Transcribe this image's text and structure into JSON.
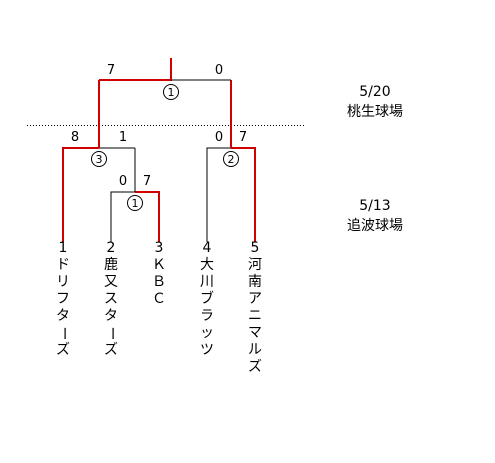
{
  "rounds": {
    "final": {
      "date": "5/20",
      "venue": "桃生球場"
    },
    "early": {
      "date": "5/13",
      "venue": "追波球場"
    }
  },
  "teams": [
    {
      "seed": "1",
      "name": "ドリフターズ"
    },
    {
      "seed": "2",
      "name": "鹿又スターズ"
    },
    {
      "seed": "3",
      "name": "ＫＢＣ"
    },
    {
      "seed": "4",
      "name": "大川ブラッツ"
    },
    {
      "seed": "5",
      "name": "河南アニマルズ"
    }
  ],
  "games": {
    "g1": {
      "label": "①",
      "score_left": "0",
      "score_right": "7"
    },
    "g3": {
      "label": "③",
      "score_left": "8",
      "score_right": "1"
    },
    "g2": {
      "label": "②",
      "score_left": "0",
      "score_right": "7"
    },
    "final": {
      "label": "①",
      "score_left": "7",
      "score_right": "0"
    }
  },
  "colors": {
    "winner": "#d00000",
    "line": "#000000",
    "divider": "#000000"
  }
}
